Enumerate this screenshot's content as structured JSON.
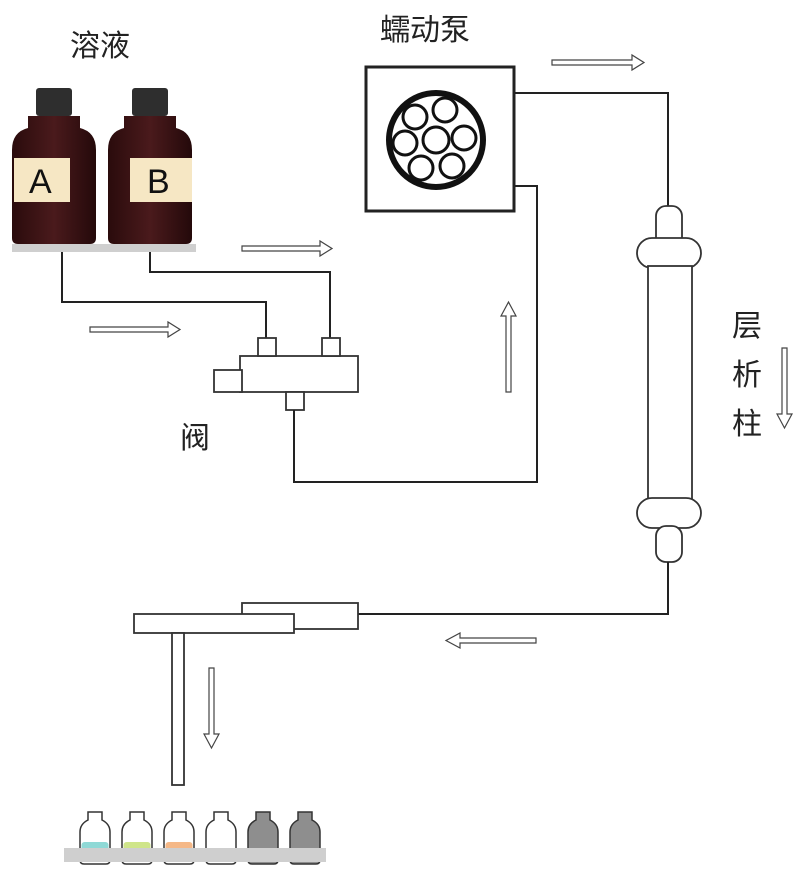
{
  "labels": {
    "solution": "溶液",
    "pump": "蠕动泵",
    "valve": "阀",
    "column": [
      "层",
      "析",
      "柱"
    ]
  },
  "bottles": [
    {
      "letter": "A"
    },
    {
      "letter": "B"
    }
  ],
  "colors": {
    "bottle_glass": "#3a1214",
    "bottle_cap": "#2e2e2e",
    "bottle_label": "#f6e7c4",
    "shelf": "#cfcfcf"
  },
  "collection_vials": [
    {
      "fill": "#8fd9d6"
    },
    {
      "fill": "#cfe58a"
    },
    {
      "fill": "#f5b887"
    },
    {
      "fill": "#ffffff"
    },
    {
      "fill": "#8e8e8e"
    },
    {
      "fill": "#8e8e8e"
    }
  ]
}
